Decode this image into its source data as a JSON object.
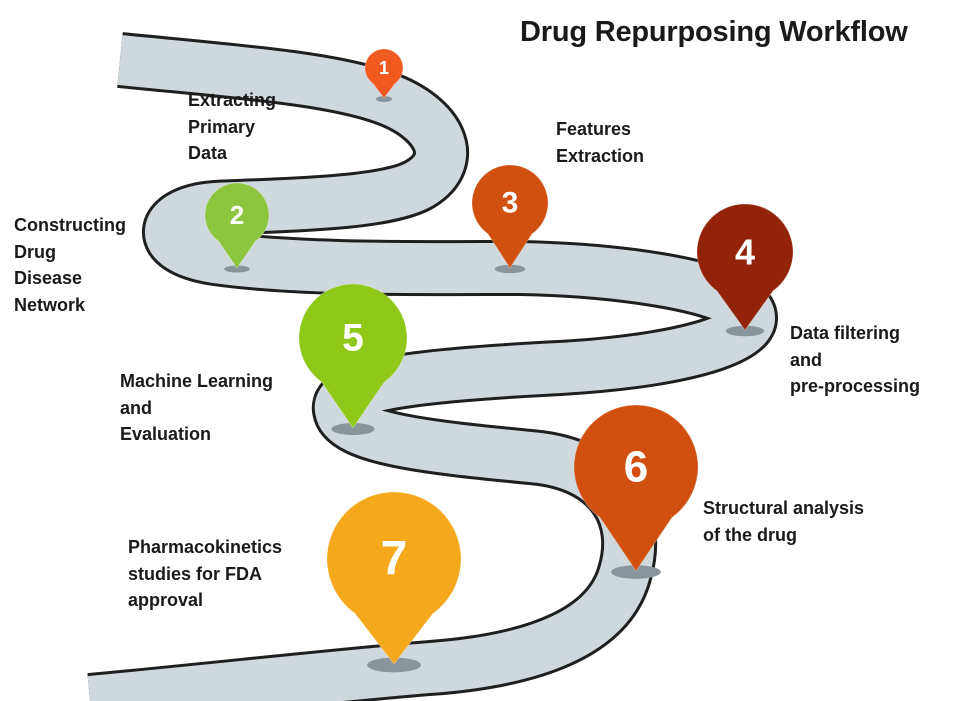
{
  "title": "Drug Repurposing Workflow",
  "colors": {
    "road": "#cfd8dc",
    "road_edge": "#1f1f1f",
    "pin_shadow": "#8a959b",
    "text": "#1a1a1a",
    "pin_number": "#ffffff"
  },
  "steps": [
    {
      "number": "1",
      "label_lines": [
        "Extracting",
        "Primary",
        "Data"
      ],
      "color": "#f05a1e",
      "icon": "location-pin-icon"
    },
    {
      "number": "2",
      "label_lines": [
        "Constructing",
        "Drug",
        "Disease",
        "Network"
      ],
      "color": "#8cc63e",
      "icon": "location-pin-icon"
    },
    {
      "number": "3",
      "label_lines": [
        "Features",
        "Extraction"
      ],
      "color": "#d2500f",
      "icon": "location-pin-icon"
    },
    {
      "number": "4",
      "label_lines": [
        "Data filtering",
        "and",
        "pre-processing"
      ],
      "color": "#922208",
      "icon": "location-pin-icon"
    },
    {
      "number": "5",
      "label_lines": [
        "Machine Learning",
        "and",
        "Evaluation"
      ],
      "color": "#8ec919",
      "icon": "location-pin-icon"
    },
    {
      "number": "6",
      "label_lines": [
        "Structural analysis",
        "of the drug"
      ],
      "color": "#d2500f",
      "icon": "location-pin-icon"
    },
    {
      "number": "7",
      "label_lines": [
        "Pharmacokinetics",
        "studies for FDA",
        "approval"
      ],
      "color": "#f6a81c",
      "icon": "location-pin-icon"
    }
  ]
}
